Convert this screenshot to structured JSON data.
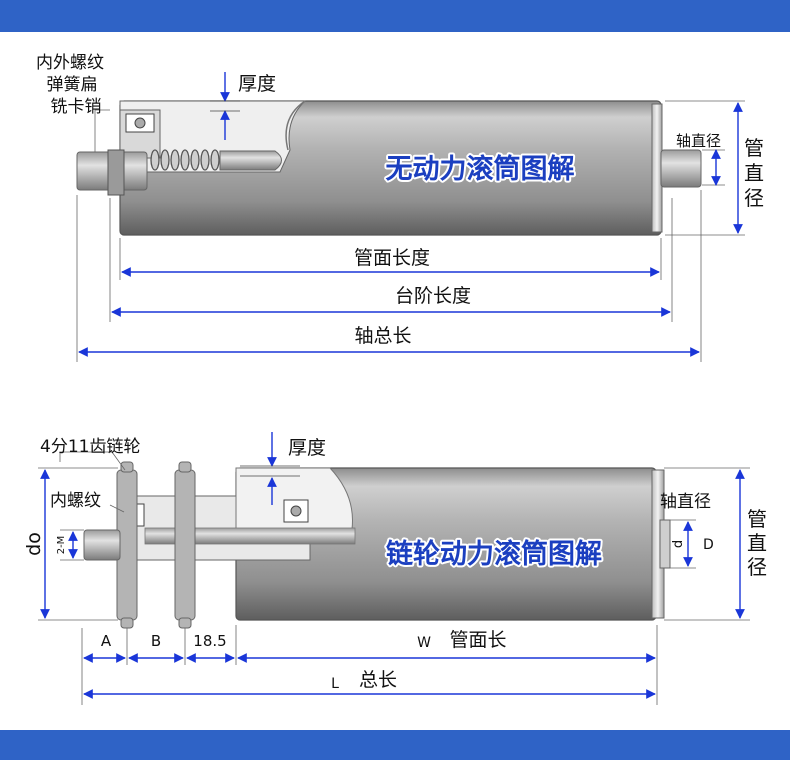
{
  "colors": {
    "band": "#2f63c6",
    "dimension_line": "#1a36d8",
    "title_text": "#1b3fc0"
  },
  "roller1": {
    "title": "无动力滚筒图解",
    "labels": {
      "spring_pin_line1": "内外螺纹",
      "spring_pin_line2": "弹簧扁",
      "spring_pin_line3": "铣卡销",
      "thickness": "厚度",
      "shaft_diameter": "轴直径",
      "tube_diameter_1": "管",
      "tube_diameter_2": "直",
      "tube_diameter_3": "径",
      "tube_length": "管面长度",
      "step_length": "台阶长度",
      "shaft_total_length": "轴总长"
    }
  },
  "roller2": {
    "title": "链轮动力滚筒图解",
    "labels": {
      "sprocket": "4分11齿链轮",
      "inner_thread": "内螺纹",
      "thickness": "厚度",
      "shaft_diameter": "轴直径",
      "tube_diameter_1": "管",
      "tube_diameter_2": "直",
      "tube_diameter_3": "径",
      "do": "do",
      "two_m": "2-M",
      "d": "d",
      "D": "D",
      "A": "A",
      "B": "B",
      "dim_18_5": "18.5",
      "W": "W",
      "tube_length": "管面长",
      "L": "L",
      "total_length": "总长"
    }
  }
}
